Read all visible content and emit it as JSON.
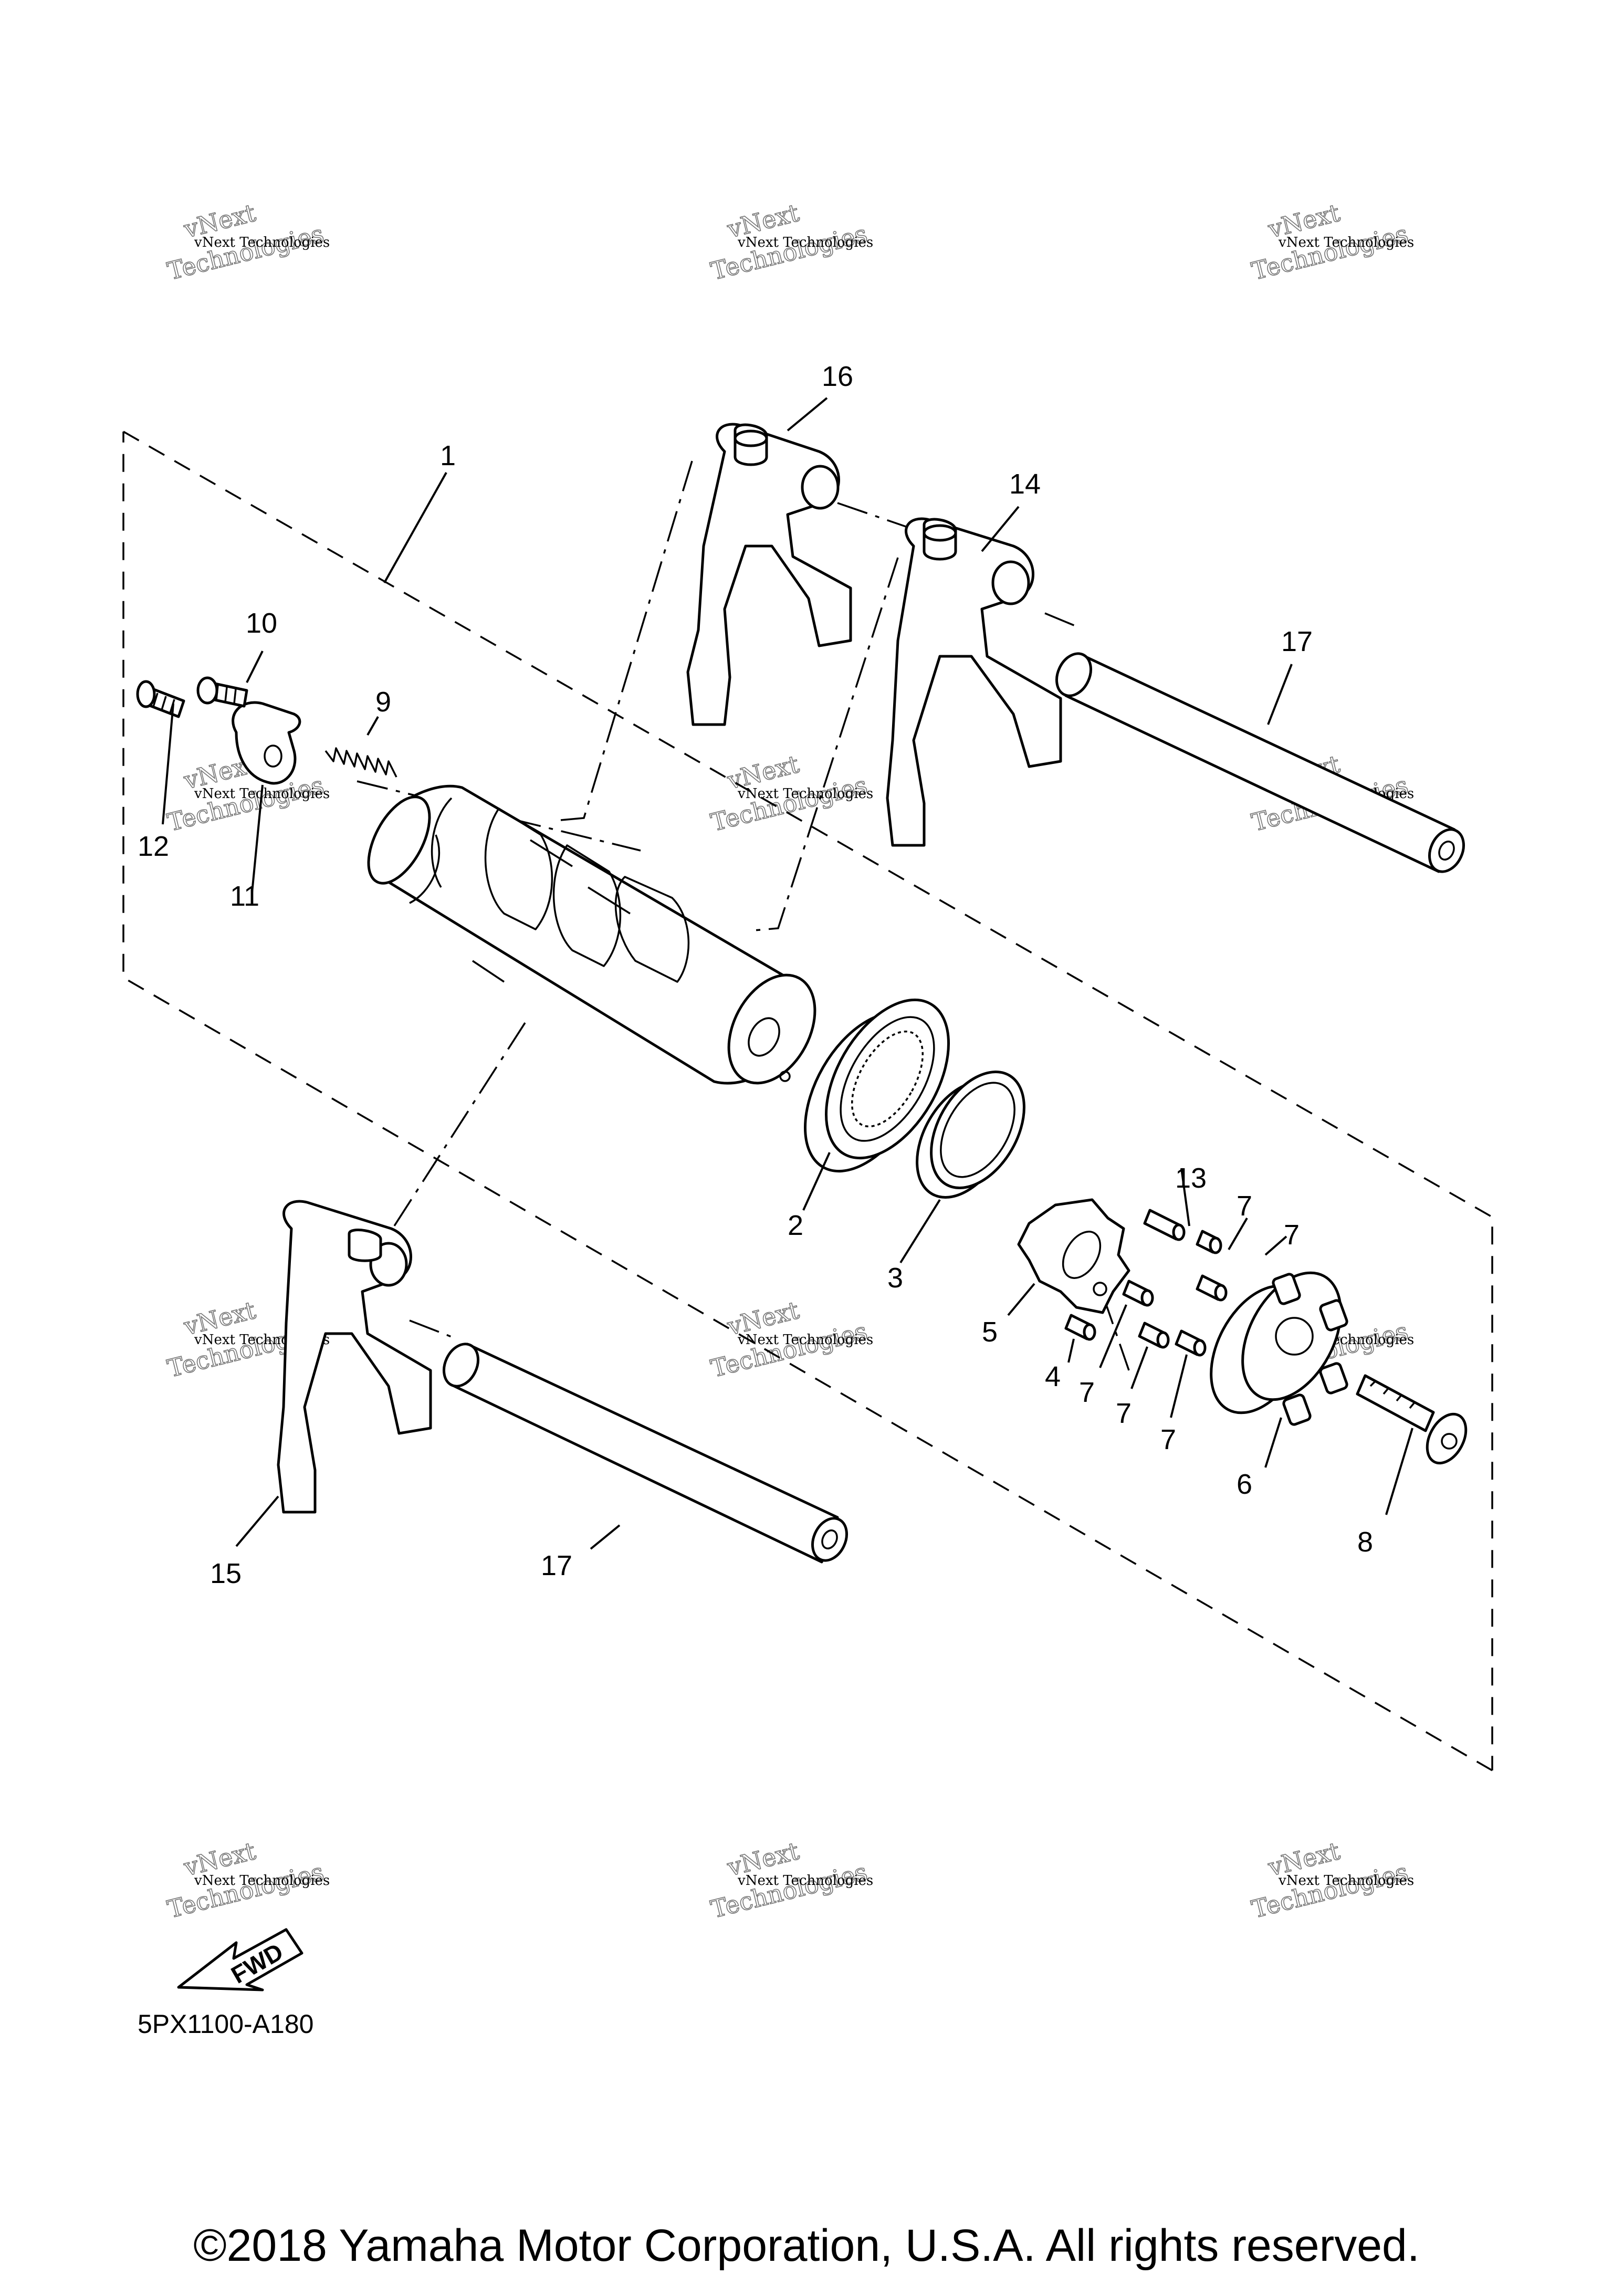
{
  "callouts": [
    {
      "id": "1",
      "label": "1"
    },
    {
      "id": "2",
      "label": "2"
    },
    {
      "id": "3",
      "label": "3"
    },
    {
      "id": "4",
      "label": "4"
    },
    {
      "id": "5",
      "label": "5"
    },
    {
      "id": "6",
      "label": "6"
    },
    {
      "id": "7a",
      "label": "7"
    },
    {
      "id": "7b",
      "label": "7"
    },
    {
      "id": "7c",
      "label": "7"
    },
    {
      "id": "7d",
      "label": "7"
    },
    {
      "id": "7e",
      "label": "7"
    },
    {
      "id": "8",
      "label": "8"
    },
    {
      "id": "9",
      "label": "9"
    },
    {
      "id": "10",
      "label": "10"
    },
    {
      "id": "11",
      "label": "11"
    },
    {
      "id": "12",
      "label": "12"
    },
    {
      "id": "13",
      "label": "13"
    },
    {
      "id": "14",
      "label": "14"
    },
    {
      "id": "15",
      "label": "15"
    },
    {
      "id": "16",
      "label": "16"
    },
    {
      "id": "17a",
      "label": "17"
    },
    {
      "id": "17b",
      "label": "17"
    }
  ],
  "watermark": {
    "line1": "vNext Technologies",
    "big1": "vNext",
    "big2": "Technologies"
  },
  "fwd_label": "FWD",
  "diagram_code": "5PX1100-A180",
  "copyright": "©2018 Yamaha Motor Corporation, U.S.A. All rights reserved."
}
